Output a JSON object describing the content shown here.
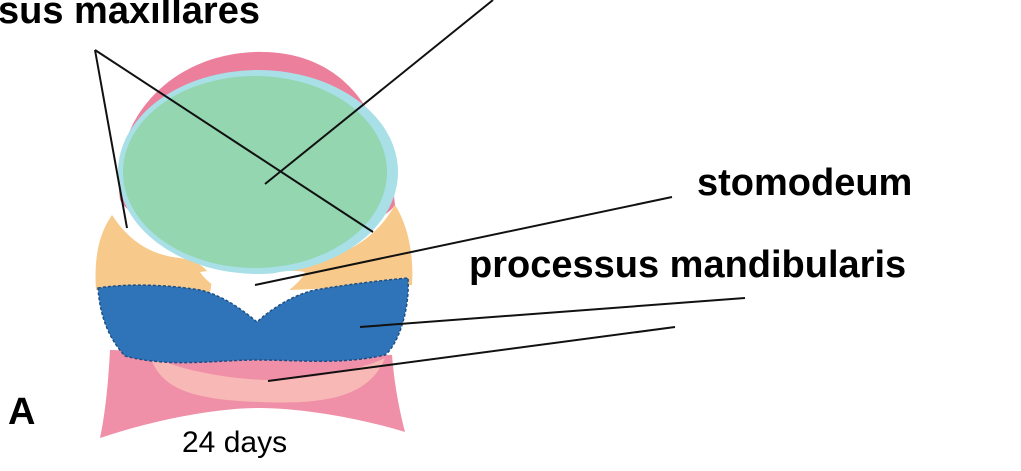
{
  "labels": {
    "processus_maxillares": "sus maxillares",
    "stomodeum": "stomodeum",
    "processus_mandibularis": "processus mandibularis",
    "panel_letter": "A",
    "age": "24 days"
  },
  "colors": {
    "frontonasal_pink": "#e8799a",
    "forebrain_green": "#93d6b0",
    "maxillary_yellow": "#f7c98a",
    "mandibular_blue": "#2f74b8",
    "heart_pink": "#f4a0b0",
    "stomodeum_white": "#ffffff",
    "leader_line": "#111111"
  }
}
